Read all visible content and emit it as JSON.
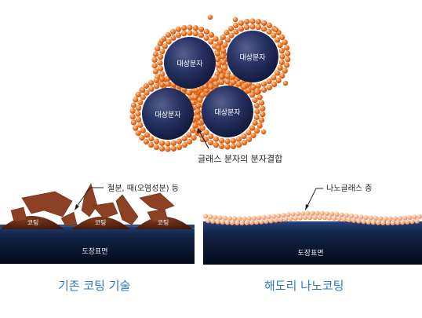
{
  "molecule_cluster": {
    "molecule_label": "대상분자",
    "caption": "글래스 분자의 분자결합"
  },
  "conventional_panel": {
    "callout": "철분, 때(오염성분) 등",
    "coating_label": "코팅",
    "surface_label": "도장표면",
    "title": "기존 코팅 기술"
  },
  "nano_panel": {
    "callout": "나노글래스 층",
    "surface_label": "도장표면",
    "title": "해도리 나노코팅"
  },
  "colors": {
    "molecule_core": "#1b2551",
    "shell_bead": "#ee6a1c",
    "surface_dark": "#0d1c3c",
    "coating_brown": "#5a2612",
    "debris": "#8d4124",
    "nano_bead": "#f6a678",
    "title_blue": "#2f78c8"
  }
}
